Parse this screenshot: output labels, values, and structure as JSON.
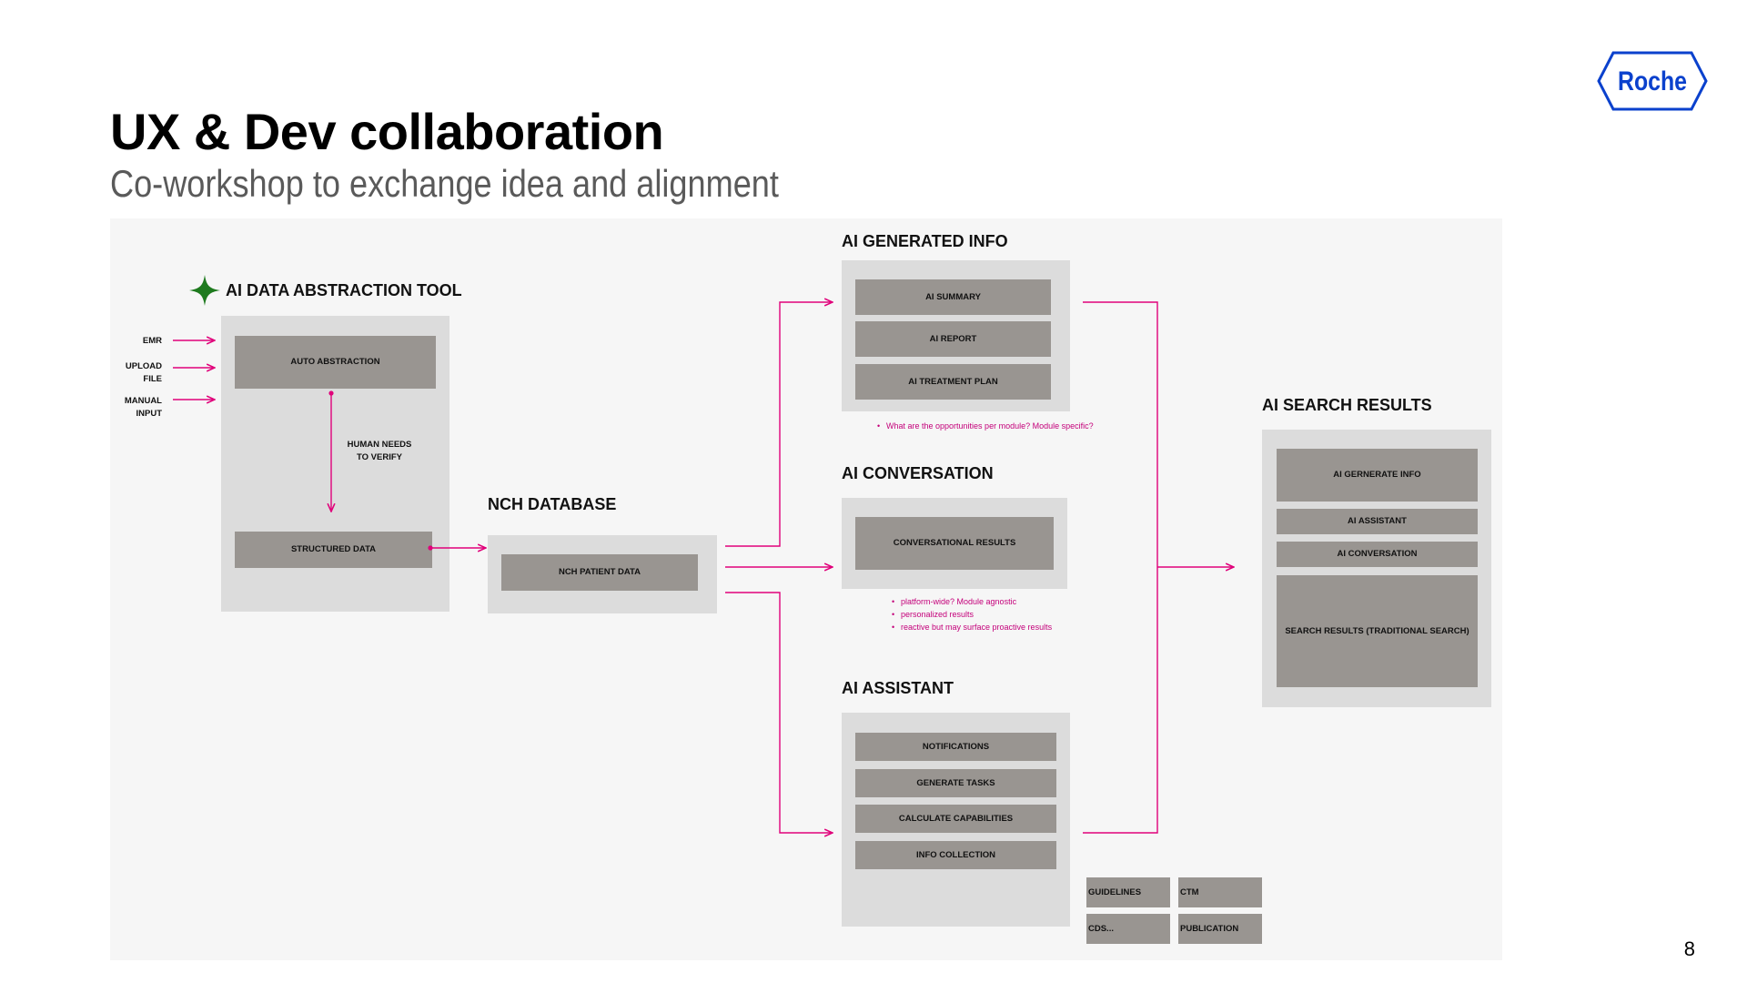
{
  "slide": {
    "title": "UX & Dev collaboration",
    "subtitle": "Co-workshop to exchange idea and alignment",
    "page_number": "8",
    "logo_text": "Roche"
  },
  "colors": {
    "accent": "#e0007a",
    "panel": "#dcdcdc",
    "block": "#999591",
    "logo_blue": "#0b41cd",
    "spark_green": "#1e7a1e"
  },
  "abstraction_tool": {
    "heading": "AI DATA ABSTRACTION TOOL",
    "icon": "sparkle-icon",
    "inputs": [
      "EMR",
      "UPLOAD\nFILE",
      "MANUAL\nINPUT"
    ],
    "auto_abstraction": "AUTO ABSTRACTION",
    "verify_note": "HUMAN NEEDS\nTO VERIFY",
    "structured_data": "STRUCTURED DATA"
  },
  "nch_database": {
    "heading": "NCH DATABASE",
    "patient_data": "NCH PATIENT DATA"
  },
  "generated_info": {
    "heading": "AI GENERATED INFO",
    "items": [
      "AI SUMMARY",
      "AI REPORT",
      "AI TREATMENT PLAN"
    ],
    "notes": [
      "What are the opportunities per module? Module specific?"
    ]
  },
  "conversation": {
    "heading": "AI CONVERSATION",
    "item": "CONVERSATIONAL RESULTS",
    "notes": [
      "platform-wide? Module agnostic",
      "personalized results",
      "reactive but may surface proactive results"
    ]
  },
  "assistant": {
    "heading": "AI ASSISTANT",
    "items": [
      "NOTIFICATIONS",
      "GENERATE TASKS",
      "CALCULATE CAPABILITIES",
      "INFO COLLECTION"
    ]
  },
  "sources": [
    "GUIDELINES",
    "CTM",
    "CDS...",
    "PUBLICATION"
  ],
  "search_results": {
    "heading": "AI SEARCH RESULTS",
    "items": [
      "AI GERNERATE INFO",
      "AI ASSISTANT",
      "AI CONVERSATION",
      "SEARCH RESULTS (TRADITIONAL SEARCH)"
    ]
  }
}
